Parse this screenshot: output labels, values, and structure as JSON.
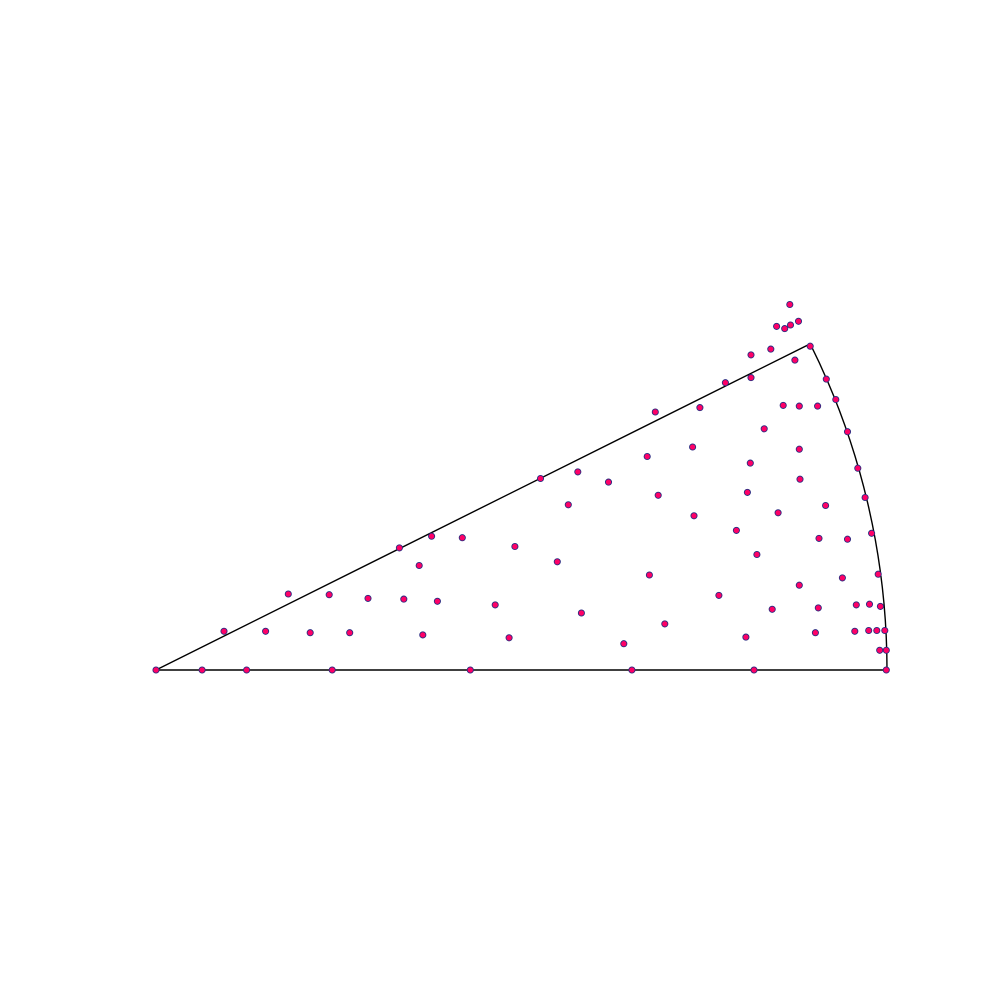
{
  "chart_data": {
    "type": "scatter",
    "title": "",
    "xlabel": "",
    "ylabel": "",
    "axes_shown": false,
    "grid": false,
    "xlim": [
      0,
      1
    ],
    "ylim": [
      0,
      0.5
    ],
    "region": {
      "shape": "circular-sector",
      "apex": [
        0,
        0
      ],
      "radius": 1.0,
      "angle_start_deg": 0,
      "angle_end_deg": 26.5
    },
    "marker": {
      "fill": "#ff0066",
      "stroke": "#2b2b80",
      "shape": "circle"
    },
    "series": [
      {
        "points": [
          [
            0.0,
            0.0
          ],
          [
            0.063,
            0.0
          ],
          [
            0.124,
            0.0
          ],
          [
            0.241,
            0.0
          ],
          [
            0.43,
            0.0
          ],
          [
            0.651,
            0.0
          ],
          [
            0.818,
            0.0
          ],
          [
            0.999,
            0.0
          ],
          [
            0.093,
            0.053
          ],
          [
            0.181,
            0.104
          ],
          [
            0.333,
            0.167
          ],
          [
            0.526,
            0.262
          ],
          [
            0.683,
            0.353
          ],
          [
            0.867,
            0.5
          ],
          [
            0.879,
            0.477
          ],
          [
            0.868,
            0.472
          ],
          [
            0.86,
            0.467
          ],
          [
            0.895,
            0.443
          ],
          [
            0.917,
            0.398
          ],
          [
            0.93,
            0.37
          ],
          [
            0.946,
            0.326
          ],
          [
            0.96,
            0.276
          ],
          [
            0.97,
            0.236
          ],
          [
            0.979,
            0.187
          ],
          [
            0.988,
            0.131
          ],
          [
            0.991,
            0.087
          ],
          [
            0.997,
            0.054
          ],
          [
            0.999,
            0.027
          ],
          [
            0.15,
            0.053
          ],
          [
            0.211,
            0.051
          ],
          [
            0.265,
            0.051
          ],
          [
            0.365,
            0.048
          ],
          [
            0.483,
            0.044
          ],
          [
            0.64,
            0.036
          ],
          [
            0.807,
            0.045
          ],
          [
            0.902,
            0.051
          ],
          [
            0.956,
            0.053
          ],
          [
            0.975,
            0.054
          ],
          [
            0.986,
            0.054
          ],
          [
            0.99,
            0.027
          ],
          [
            0.237,
            0.103
          ],
          [
            0.29,
            0.098
          ],
          [
            0.339,
            0.097
          ],
          [
            0.385,
            0.094
          ],
          [
            0.464,
            0.089
          ],
          [
            0.582,
            0.078
          ],
          [
            0.696,
            0.063
          ],
          [
            0.77,
            0.102
          ],
          [
            0.843,
            0.083
          ],
          [
            0.906,
            0.085
          ],
          [
            0.958,
            0.089
          ],
          [
            0.976,
            0.09
          ],
          [
            0.36,
            0.143
          ],
          [
            0.377,
            0.183
          ],
          [
            0.419,
            0.181
          ],
          [
            0.491,
            0.169
          ],
          [
            0.549,
            0.148
          ],
          [
            0.675,
            0.13
          ],
          [
            0.822,
            0.158
          ],
          [
            0.88,
            0.116
          ],
          [
            0.939,
            0.126
          ],
          [
            0.946,
            0.179
          ],
          [
            0.564,
            0.226
          ],
          [
            0.577,
            0.271
          ],
          [
            0.619,
            0.257
          ],
          [
            0.687,
            0.239
          ],
          [
            0.736,
            0.211
          ],
          [
            0.794,
            0.191
          ],
          [
            0.851,
            0.215
          ],
          [
            0.907,
            0.18
          ],
          [
            0.672,
            0.292
          ],
          [
            0.734,
            0.305
          ],
          [
            0.809,
            0.243
          ],
          [
            0.881,
            0.261
          ],
          [
            0.916,
            0.225
          ],
          [
            0.744,
            0.359
          ],
          [
            0.813,
            0.283
          ],
          [
            0.88,
            0.302
          ],
          [
            0.832,
            0.33
          ],
          [
            0.858,
            0.362
          ],
          [
            0.779,
            0.393
          ],
          [
            0.814,
            0.4
          ],
          [
            0.88,
            0.361
          ],
          [
            0.905,
            0.361
          ],
          [
            0.814,
            0.431
          ],
          [
            0.841,
            0.439
          ],
          [
            0.849,
            0.47
          ],
          [
            0.874,
            0.424
          ]
        ]
      }
    ]
  }
}
